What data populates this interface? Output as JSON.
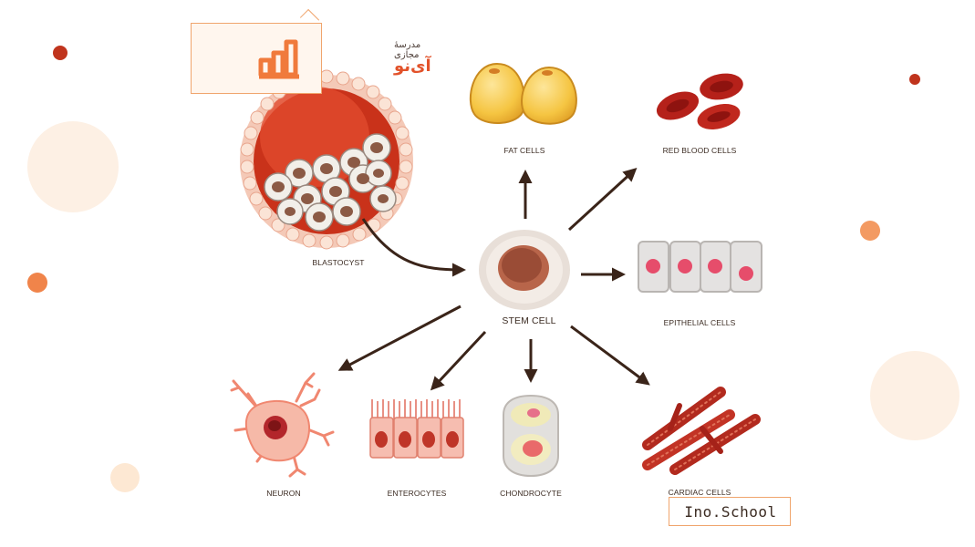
{
  "logo": {
    "subtitle": "مدرسهٔ مجازی",
    "title": "آی‌نو"
  },
  "watermark": {
    "text": "Ino.School"
  },
  "diagram": {
    "center": "STEM CELL",
    "source": "BLASTOCYST",
    "cells": {
      "fat": "FAT CELLS",
      "rbc": "RED BLOOD CELLS",
      "epithelial": "EPITHELIAL CELLS",
      "cardiac": "CARDIAC CELLS",
      "chondrocyte": "CHONDROCYTE",
      "enterocytes": "ENTEROCYTES",
      "neuron": "NEURON"
    }
  },
  "colors": {
    "accent": "#f0a56d",
    "arrow": "#3a2419",
    "brand": "#e2522a"
  }
}
